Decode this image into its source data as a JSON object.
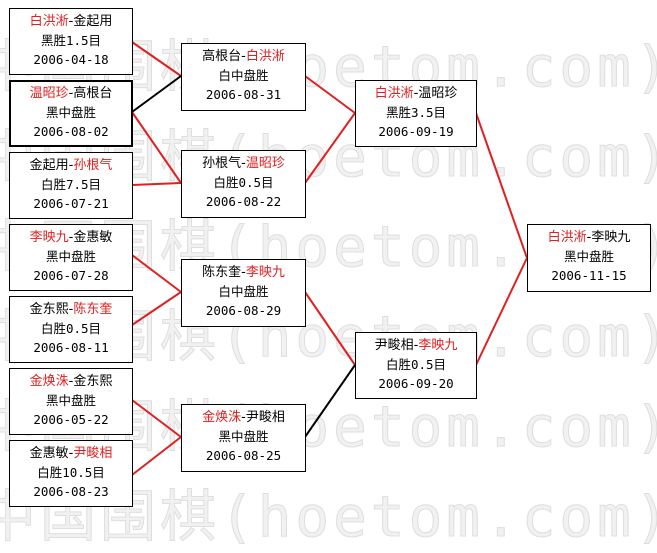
{
  "watermark": "中国围棋(hoetom.com)",
  "colors": {
    "winner": "#e02020",
    "win_line": "#e02020",
    "lose_line": "#000000"
  },
  "matches": {
    "r1m1": {
      "p1": "白洪淅",
      "sep": "-",
      "p2": "金起用",
      "winner": 1,
      "result": "黑胜1.5目",
      "date": "2006-04-18"
    },
    "r1m2": {
      "p1": "温昭珍",
      "sep": "-",
      "p2": "高根台",
      "winner": 1,
      "result": "黑中盘胜",
      "date": "2006-08-02"
    },
    "r1m3": {
      "p1": "金起用",
      "sep": "-",
      "p2": "孙根气",
      "winner": 2,
      "result": "白胜7.5目",
      "date": "2006-07-21"
    },
    "r1m4": {
      "p1": "李映九",
      "sep": "-",
      "p2": "金惠敏",
      "winner": 1,
      "result": "黑中盘胜",
      "date": "2006-07-28"
    },
    "r1m5": {
      "p1": "金东熙",
      "sep": "-",
      "p2": "陈东奎",
      "winner": 2,
      "result": "白胜0.5目",
      "date": "2006-08-11"
    },
    "r1m6": {
      "p1": "金焕洙",
      "sep": "-",
      "p2": "金东熙",
      "winner": 1,
      "result": "黑中盘胜",
      "date": "2006-05-22"
    },
    "r1m7": {
      "p1": "金惠敏",
      "sep": "-",
      "p2": "尹畯相",
      "winner": 2,
      "result": "白胜10.5目",
      "date": "2006-08-23"
    },
    "r2m1": {
      "p1": "高根台",
      "sep": "-",
      "p2": "白洪淅",
      "winner": 2,
      "result": "白中盘胜",
      "date": "2006-08-31"
    },
    "r2m2": {
      "p1": "孙根气",
      "sep": "-",
      "p2": "温昭珍",
      "winner": 2,
      "result": "白胜0.5目",
      "date": "2006-08-22"
    },
    "r2m3": {
      "p1": "陈东奎",
      "sep": "-",
      "p2": "李映九",
      "winner": 2,
      "result": "白中盘胜",
      "date": "2006-08-29"
    },
    "r2m4": {
      "p1": "金焕洙",
      "sep": "-",
      "p2": "尹畯相",
      "winner": 1,
      "result": "黑中盘胜",
      "date": "2006-08-25"
    },
    "r3m1": {
      "p1": "白洪淅",
      "sep": "-",
      "p2": "温昭珍",
      "winner": 1,
      "result": "黑胜3.5目",
      "date": "2006-09-19"
    },
    "r3m2": {
      "p1": "尹畯相",
      "sep": "-",
      "p2": "李映九",
      "winner": 2,
      "result": "白胜0.5目",
      "date": "2006-09-20"
    },
    "final": {
      "p1": "白洪淅",
      "sep": "-",
      "p2": "李映九",
      "winner": 1,
      "result": "黑中盘胜",
      "date": "2006-11-15"
    }
  }
}
